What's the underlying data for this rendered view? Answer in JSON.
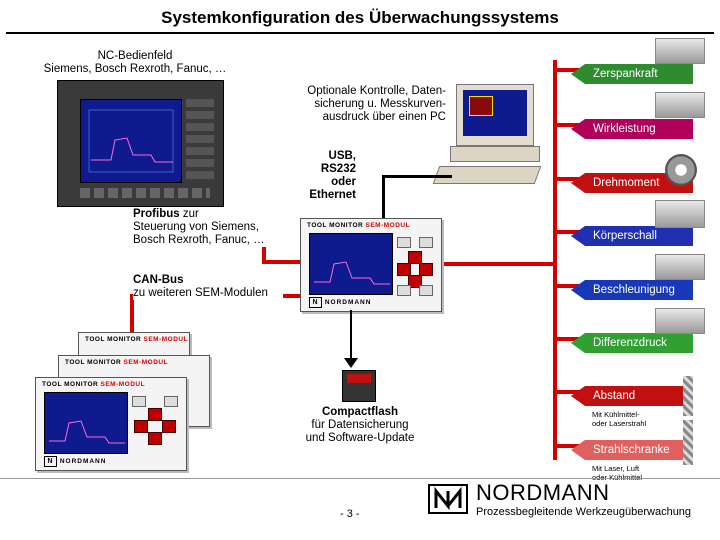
{
  "title": "Systemkonfiguration des Überwachungssystems",
  "nc_panel": {
    "line1": "NC-Bedienfeld",
    "line2": "Siemens, Bosch Rexroth, Fanuc, …"
  },
  "pc_note": {
    "line1": "Optionale Kontrolle, Daten-",
    "line2": "sicherung u. Messkurven-",
    "line3": "ausdruck über einen PC"
  },
  "usb_note": {
    "line1": "USB,",
    "line2": "RS232",
    "line3": "oder",
    "line4": "Ethernet"
  },
  "profibus_note": {
    "line1_bold": "Profibus",
    "line1_rest": " zur",
    "line2": "Steuerung von Siemens,",
    "line3": "Bosch Rexroth, Fanuc, …"
  },
  "canbus_note": {
    "line1": "CAN-Bus",
    "line2": "zu weiteren SEM-Modulen"
  },
  "compactflash_note": {
    "line1": "Compactflash",
    "line2": "für Datensicherung",
    "line3": "und Software-Update"
  },
  "device": {
    "brand_black": "TOOL MONITOR",
    "brand_red": "SEM-MODUL",
    "footer": "NORDMANN"
  },
  "sensors": [
    {
      "label": "Zerspankraft",
      "color": "#2e8b2e"
    },
    {
      "label": "Wirkleistung",
      "color": "#b0005a"
    },
    {
      "label": "Drehmoment",
      "color": "#c01010"
    },
    {
      "label": "Körperschall",
      "color": "#2030b0"
    },
    {
      "label": "Beschleunigung",
      "color": "#1838b8"
    },
    {
      "label": "Differenzdruck",
      "color": "#30a030"
    },
    {
      "label": "Abstand",
      "color": "#c01010"
    },
    {
      "label": "Strahlschranke",
      "color": "#e06060"
    }
  ],
  "sensor_sublabels": {
    "abstand_1": "Mit Kühlmittel-",
    "abstand_2": "oder Laserstrahl",
    "strahl_1": "Mit Laser, Luft",
    "strahl_2": "oder Kühlmittel"
  },
  "page_number": "- 3 -",
  "company": {
    "name": "NORDMANN",
    "tagline": "Prozessbegleitende Werkzeugüberwachung"
  }
}
